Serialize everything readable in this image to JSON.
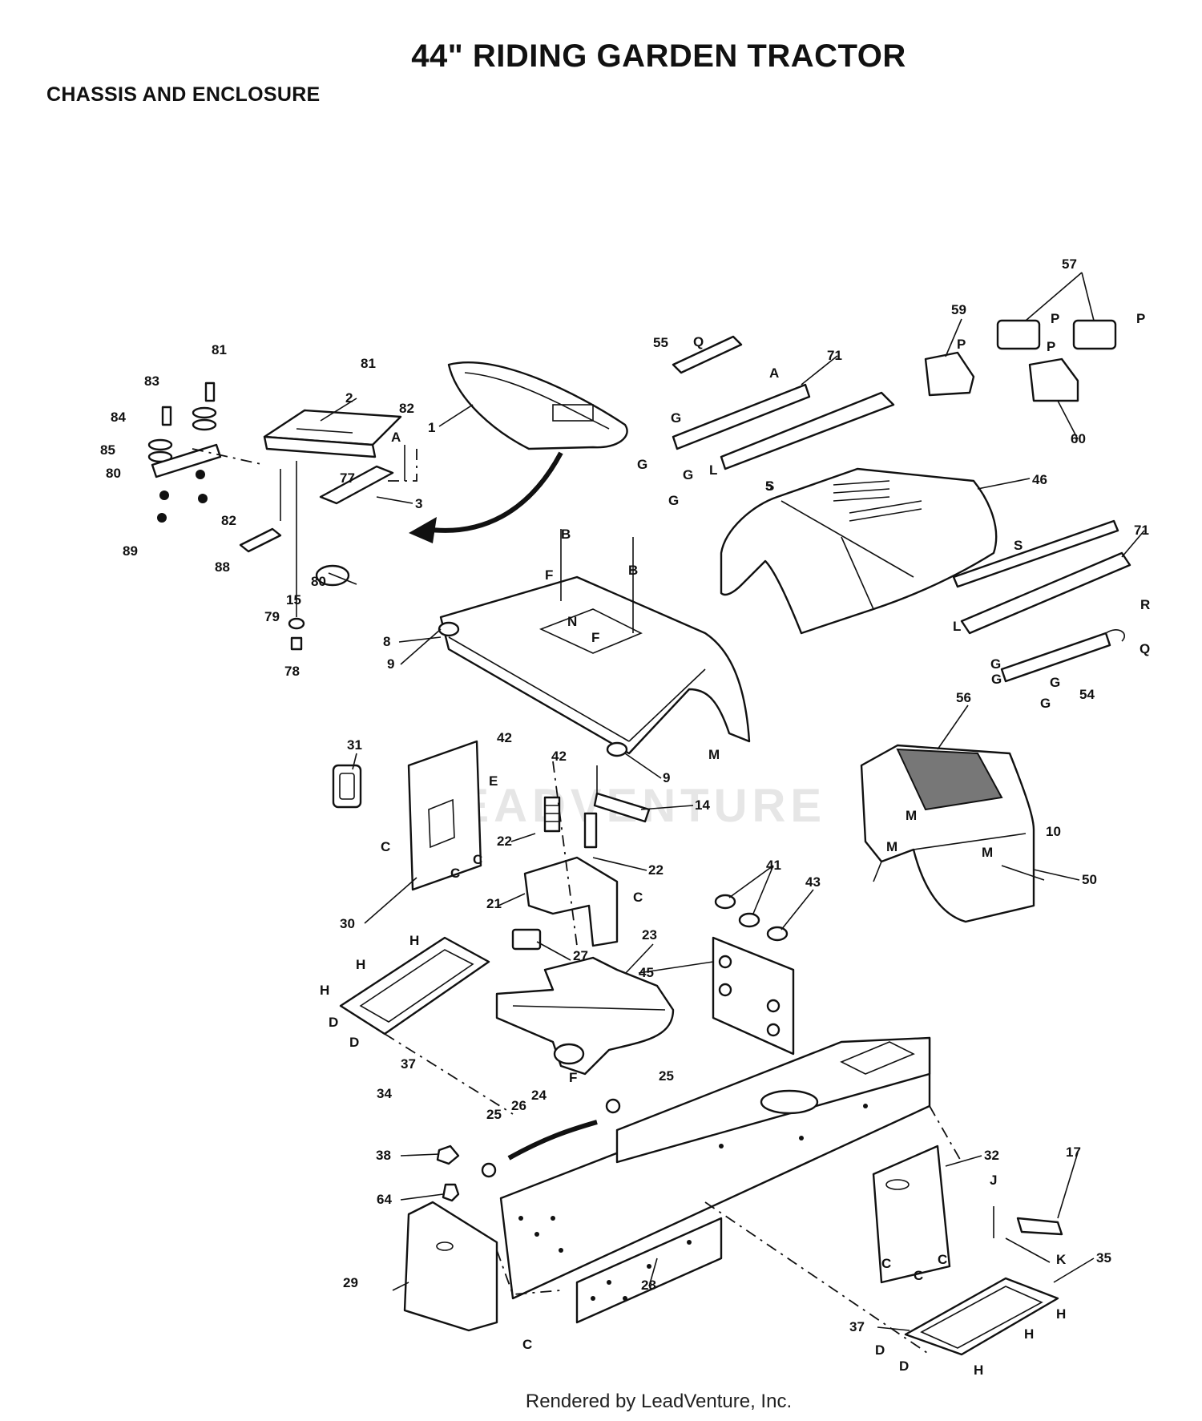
{
  "title": "44\" RIDING GARDEN TRACTOR",
  "subtitle": "CHASSIS AND ENCLOSURE",
  "footer": "Rendered by LeadVenture, Inc.",
  "watermark": "LEADVENTURE",
  "part_labels": [
    "1",
    "2",
    "3",
    "5",
    "8",
    "9",
    "9",
    "10",
    "14",
    "15",
    "17",
    "21",
    "22",
    "22",
    "23",
    "24",
    "25",
    "25",
    "26",
    "27",
    "28",
    "29",
    "30",
    "31",
    "32",
    "34",
    "35",
    "37",
    "37",
    "38",
    "41",
    "42",
    "42",
    "43",
    "45",
    "46",
    "50",
    "54",
    "55",
    "56",
    "57",
    "59",
    "60",
    "64",
    "71",
    "71",
    "77",
    "78",
    "79",
    "80",
    "80",
    "81",
    "81",
    "82",
    "82",
    "83",
    "84",
    "85",
    "88",
    "89"
  ],
  "letter_labels": [
    "A",
    "A",
    "B",
    "B",
    "C",
    "C",
    "C",
    "C",
    "C",
    "C",
    "C",
    "C",
    "D",
    "D",
    "D",
    "D",
    "E",
    "F",
    "F",
    "F",
    "G",
    "G",
    "G",
    "G",
    "G",
    "G",
    "G",
    "G",
    "H",
    "H",
    "H",
    "H",
    "H",
    "H",
    "J",
    "K",
    "L",
    "L",
    "M",
    "M",
    "M",
    "M",
    "N",
    "P",
    "P",
    "P",
    "P",
    "Q",
    "Q",
    "R",
    "S",
    "S"
  ]
}
